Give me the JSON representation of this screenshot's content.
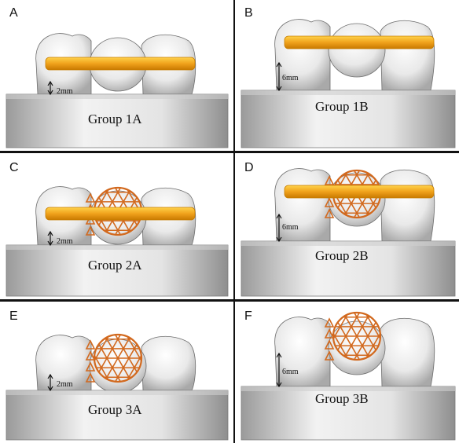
{
  "panels": [
    {
      "letter": "A",
      "label": "Group 1A",
      "bar": true,
      "mesh": false,
      "dim": "2mm"
    },
    {
      "letter": "B",
      "label": "Group 1B",
      "bar": true,
      "mesh": false,
      "dim": "6mm"
    },
    {
      "letter": "C",
      "label": "Group 2A",
      "bar": true,
      "mesh": true,
      "dim": "2mm"
    },
    {
      "letter": "D",
      "label": "Group 2B",
      "bar": true,
      "mesh": true,
      "dim": "6mm"
    },
    {
      "letter": "E",
      "label": "Group 3A",
      "bar": false,
      "mesh": true,
      "dim": "2mm"
    },
    {
      "letter": "F",
      "label": "Group 3B",
      "bar": false,
      "mesh": true,
      "dim": "6mm"
    }
  ],
  "colors": {
    "bar": "#f0a21c",
    "mesh": "#d2691e",
    "tooth": "#e6e6e6",
    "base": "#d9d9d9"
  }
}
